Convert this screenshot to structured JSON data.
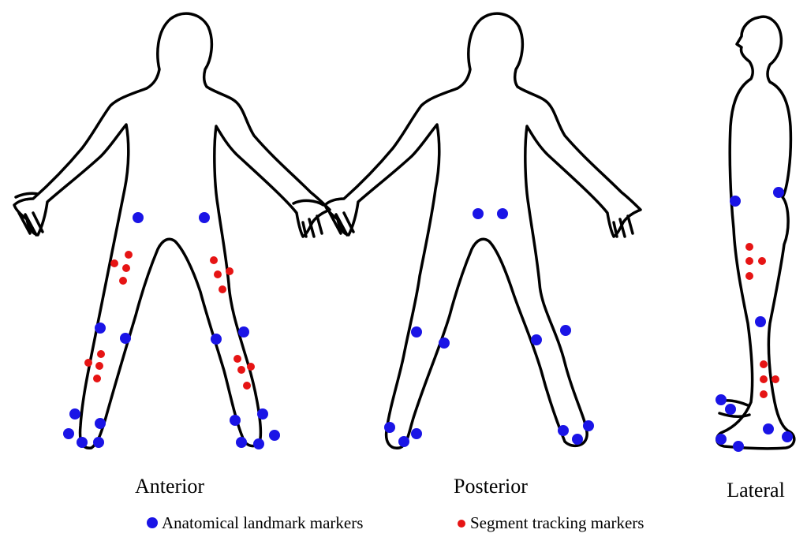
{
  "figure": {
    "views": [
      {
        "id": "anterior",
        "label": "Anterior"
      },
      {
        "id": "posterior",
        "label": "Posterior"
      },
      {
        "id": "lateral",
        "label": "Lateral"
      }
    ],
    "legend": [
      {
        "id": "anatomical",
        "label": "Anatomical landmark markers",
        "color": "#1a14e6"
      },
      {
        "id": "tracking",
        "label": "Segment tracking markers",
        "color": "#e61414"
      }
    ]
  }
}
